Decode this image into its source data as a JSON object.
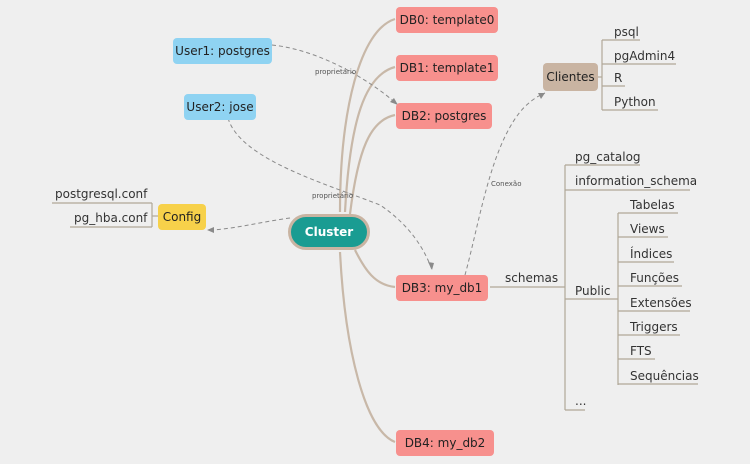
{
  "center": "Cluster",
  "databases": [
    "DB0: template0",
    "DB1: template1",
    "DB2: postgres",
    "DB3: my_db1",
    "DB4: my_db2"
  ],
  "users": [
    "User1: postgres",
    "User2: jose"
  ],
  "config": {
    "label": "Config",
    "files": [
      "postgresql.conf",
      "pg_hba.conf"
    ]
  },
  "clients": {
    "label": "Clientes",
    "items": [
      "psql",
      "pgAdmin4",
      "R",
      "Python"
    ]
  },
  "schemas": {
    "label": "schemas",
    "items": [
      "pg_catalog",
      "information_schema",
      "Public",
      "..."
    ],
    "public_items": [
      "Tabelas",
      "Views",
      "Índices",
      "Funções",
      "Extensões",
      "Triggers",
      "FTS",
      "Sequências"
    ]
  },
  "edge_labels": {
    "owner": "proprietário",
    "connection": "Conexão"
  }
}
